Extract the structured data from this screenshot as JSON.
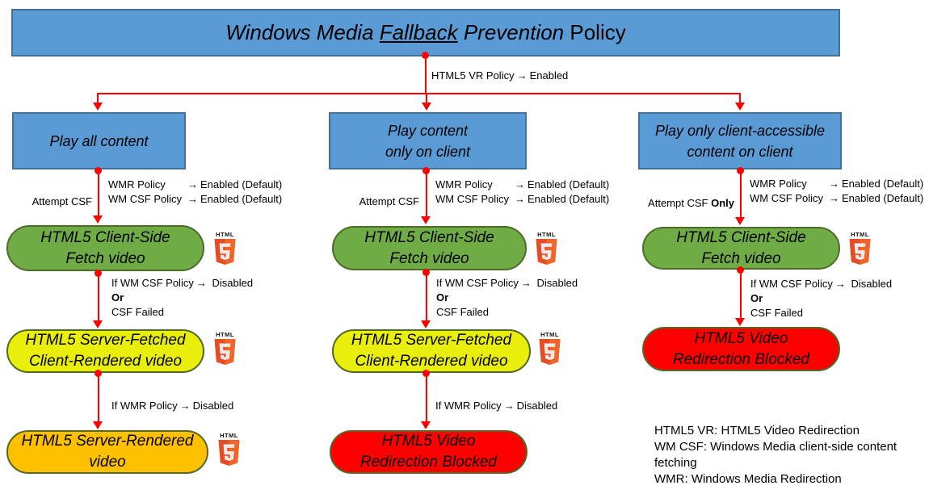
{
  "glyphs": {
    "arrow": "→",
    "logo_text": "HTML"
  },
  "title": {
    "italic_pre": "Windows Media ",
    "underlined": "Fallback",
    "italic_post": " Prevention",
    "regular": " Policy"
  },
  "top_label": {
    "name": "HTML5 VR Policy",
    "value": "Enabled"
  },
  "columns": [
    {
      "header_lines": [
        "Play all content"
      ],
      "attempt": "Attempt CSF",
      "policies": [
        {
          "name": "WMR Policy",
          "value": "Enabled (Default)"
        },
        {
          "name": "WM CSF Policy",
          "value": "Enabled (Default)"
        }
      ],
      "csf_condition": {
        "if": "If WM CSF Policy",
        "result": "Disabled",
        "or": "Or",
        "alt": "CSF Failed"
      },
      "wmr_condition": {
        "if": "If WMR Policy",
        "result": "Disabled"
      },
      "nodes": [
        {
          "lines": [
            "HTML5 Client-Side",
            "Fetch video"
          ]
        },
        {
          "lines": [
            "HTML5 Server-Fetched",
            "Client-Rendered video"
          ]
        },
        {
          "lines": [
            "HTML5 Server-Rendered",
            "video"
          ]
        }
      ]
    },
    {
      "header_lines": [
        "Play content",
        "only on client"
      ],
      "attempt": "Attempt CSF",
      "policies": [
        {
          "name": "WMR Policy",
          "value": "Enabled (Default)"
        },
        {
          "name": "WM CSF Policy",
          "value": "Enabled (Default)"
        }
      ],
      "csf_condition": {
        "if": "If WM CSF Policy",
        "result": "Disabled",
        "or": "Or",
        "alt": "CSF Failed"
      },
      "wmr_condition": {
        "if": "If WMR Policy",
        "result": "Disabled"
      },
      "nodes": [
        {
          "lines": [
            "HTML5 Client-Side",
            "Fetch video"
          ]
        },
        {
          "lines": [
            "HTML5 Server-Fetched",
            "Client-Rendered video"
          ]
        },
        {
          "lines": [
            "HTML5 Video",
            "Redirection Blocked"
          ]
        }
      ]
    },
    {
      "header_lines": [
        "Play only client-accessible",
        "content on client"
      ],
      "attempt": "Attempt CSF",
      "attempt_bold": "Only",
      "policies": [
        {
          "name": "WMR Policy",
          "value": "Enabled (Default)"
        },
        {
          "name": "WM CSF Policy",
          "value": "Enabled (Default)"
        }
      ],
      "csf_condition": {
        "if": "If WM CSF Policy",
        "result": "Disabled",
        "or": "Or",
        "alt": "CSF Failed"
      },
      "nodes": [
        {
          "lines": [
            "HTML5 Client-Side",
            "Fetch video"
          ]
        },
        {
          "lines": [
            "HTML5 Video",
            "Redirection Blocked"
          ]
        }
      ]
    }
  ],
  "legend": {
    "lines": [
      "HTML5 VR: HTML5 Video Redirection",
      "WM CSF: Windows Media client-side content fetching",
      "WMR: Windows Media Redirection"
    ]
  },
  "colors": {
    "title_blue": "#5B9BD5",
    "blue_border": "#41719C",
    "green": "#6FAC46",
    "yellow": "#E9EE0A",
    "orange": "#FFC000",
    "red": "#FF0000",
    "node_border": "#4F6B28",
    "line_red": "#FF0000",
    "logo_orange": "#E44D26",
    "logo_orange_light": "#F16529",
    "text": "#000000"
  }
}
